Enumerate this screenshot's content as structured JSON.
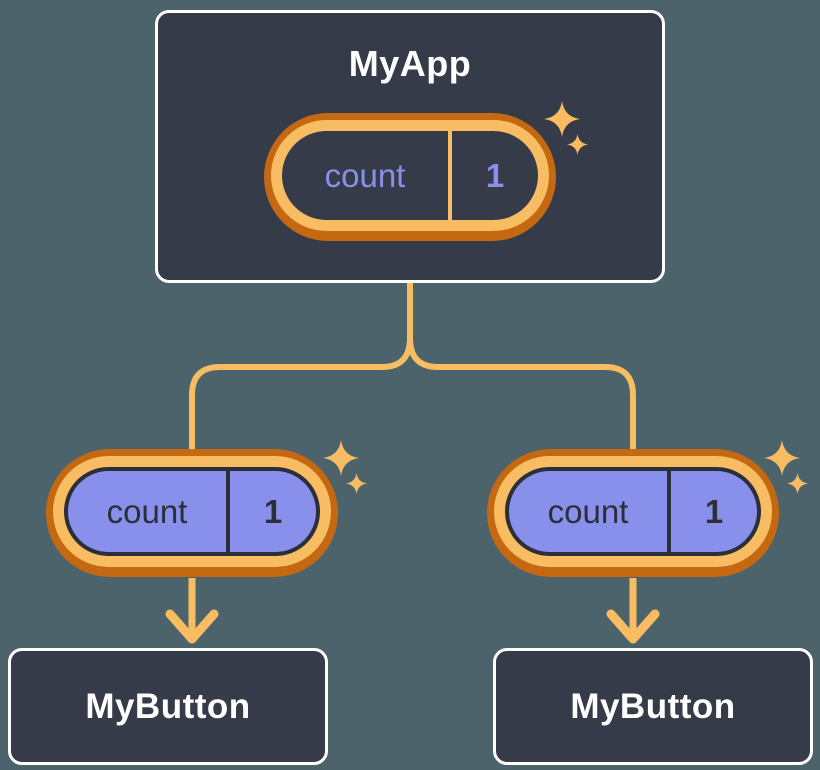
{
  "diagram": {
    "type": "component-tree",
    "description": "React component tree showing shared state: MyApp holds count=1 and passes it down to two MyButton children"
  },
  "nodes": {
    "app": {
      "title": "MyApp",
      "state": {
        "name": "count",
        "value": "1"
      }
    },
    "pill_left": {
      "name": "count",
      "value": "1"
    },
    "pill_right": {
      "name": "count",
      "value": "1"
    },
    "button_left": {
      "title": "MyButton"
    },
    "button_right": {
      "title": "MyButton"
    }
  },
  "icons": {
    "sparkle": "four-point-star"
  },
  "colors": {
    "background": "#4D636C",
    "card_bg": "#353B48",
    "card_border": "#FFFFFF",
    "title_text": "#FFFFFF",
    "purple": "#8890EB",
    "dark_slate_text": "#2A2F3A",
    "orange_dark": "#C46912",
    "orange_light": "#F8BC62"
  }
}
